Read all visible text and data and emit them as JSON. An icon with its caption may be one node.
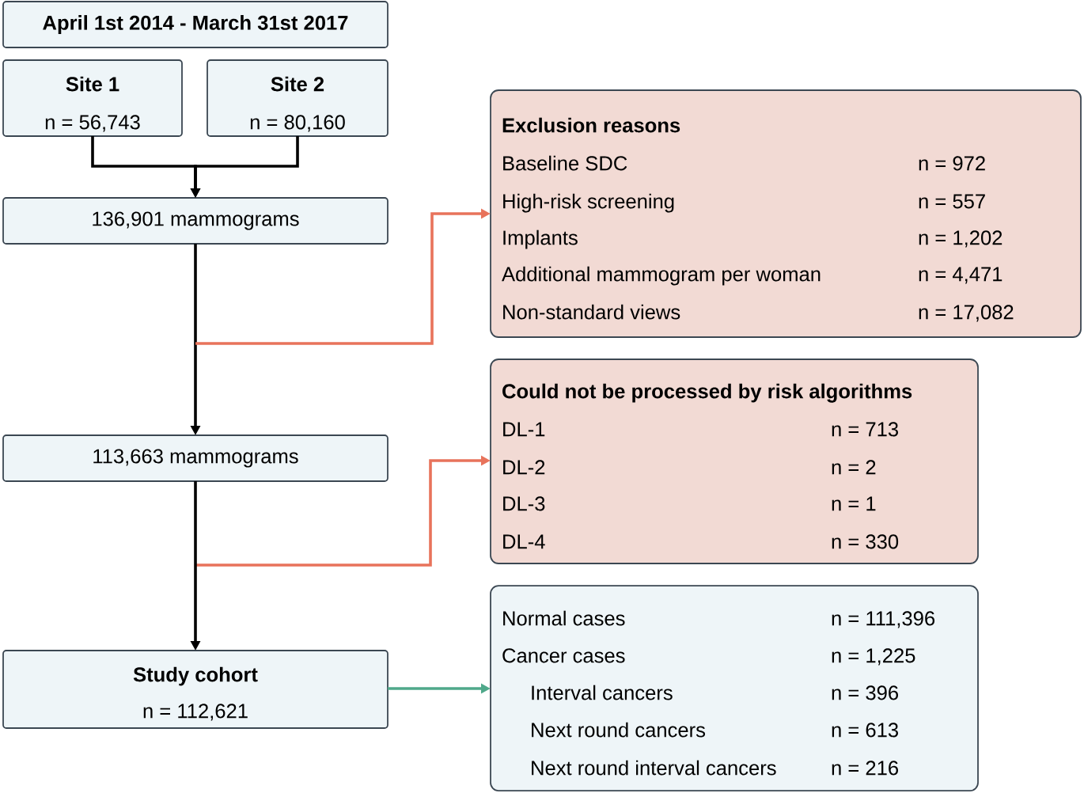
{
  "diagram": {
    "nodes": [
      {
        "text": [
          "April 1st 2014 - March 31st 2017"
        ]
      },
      {
        "text": [
          "Site 1",
          "n = 56,743"
        ]
      },
      {
        "text": [
          "Site 2",
          "n = 80,160"
        ]
      },
      {
        "text": [
          "136,901 mammograms"
        ]
      },
      {
        "text": [
          "Exclusion reasons",
          "Baseline SDC",
          "n = 972",
          "High-risk screening",
          "n = 557",
          "Implants",
          "n = 1,202",
          "Additional mammogram per woman",
          "n = 4,471",
          "Non-standard views",
          "n = 17,082"
        ]
      },
      {
        "text": [
          "Could not be processed by risk algorithms",
          "DL-1",
          "n = 713",
          "DL-2",
          "n = 2",
          "DL-3",
          "n = 1",
          "DL-4",
          "n = 330"
        ]
      },
      {
        "text": [
          "113,663 mammograms"
        ]
      },
      {
        "text": [
          "Study cohort",
          "n = 112,621"
        ]
      },
      {
        "text": [
          "Normal cases",
          "n = 111,396",
          "Cancer cases",
          "n = 1,225",
          "Interval cancers",
          "n = 396",
          "Next round cancers",
          "n = 613",
          "Next round interval cancers",
          "n = 216"
        ]
      }
    ],
    "edges": [
      {
        "from": 1,
        "to": 3,
        "arrow": "to"
      },
      {
        "from": 2,
        "to": 3,
        "arrow": "to"
      },
      {
        "from": 3,
        "to": 6,
        "arrow": "to"
      },
      {
        "from": null,
        "to": 4,
        "arrow": "to",
        "color": "#e8735b"
      },
      {
        "from": null,
        "to": 5,
        "arrow": "to",
        "color": "#e8735b"
      },
      {
        "from": 6,
        "to": 7,
        "arrow": "to"
      },
      {
        "from": 7,
        "to": 8,
        "arrow": "to",
        "color": "#4fa88a"
      }
    ]
  }
}
